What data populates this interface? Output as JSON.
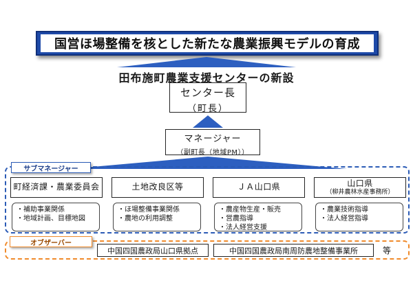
{
  "title": "国営ほ場整備を核とした新たな農業振興モデルの育成",
  "subtitle": "田布施町農業支援センターの新設",
  "center_head": {
    "line1": "センター長",
    "line2": "（町長）"
  },
  "manager": {
    "line1": "マネージャー",
    "line2": "（副町長（地域PM））"
  },
  "sub_manager_tag": "サブマネージャー",
  "orgs": [
    {
      "name": "町経済課・農業委員会",
      "note": "",
      "tasks": [
        "・補助事業関係",
        "・地域計画、目標地図"
      ]
    },
    {
      "name": "土地改良区等",
      "note": "",
      "tasks": [
        "・ほ場整備事業関係",
        "・農地の利用調整"
      ]
    },
    {
      "name": "ＪＡ山口県",
      "note": "",
      "tasks": [
        "・農産物生産・販売",
        "・営農指導",
        "・法人経営支援"
      ]
    },
    {
      "name": "山口県",
      "note": "（柳井農林水産事務所）",
      "tasks": [
        "・農業技術指導",
        "・法人経営指導"
      ]
    }
  ],
  "observer_tag": "オブザーバー",
  "observers": [
    "中国四国農政局山口県拠点",
    "中国四国農政局南周防農地整備事業所"
  ],
  "observer_etc": "等",
  "colors": {
    "banner": "#1e4aa8",
    "submanager": "#2a5ab5",
    "observer": "#f08a2a"
  }
}
